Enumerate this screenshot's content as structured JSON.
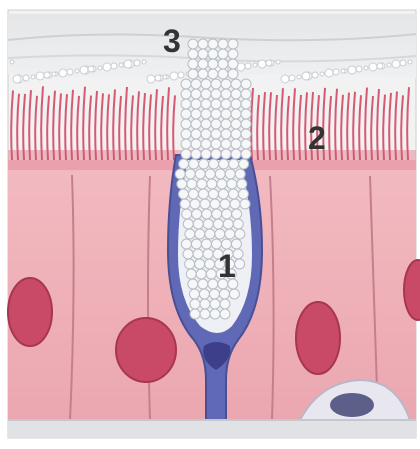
{
  "figure": {
    "labels": [
      {
        "id": "1",
        "text": "1"
      },
      {
        "id": "2",
        "text": "2"
      },
      {
        "id": "3",
        "text": "3"
      }
    ],
    "colors": {
      "mucus": "#dfe3e6",
      "epithelium": "#efaeb6",
      "cilia": "#d45a72",
      "goblet_cell": "#5f68b4",
      "nucleus": "#cc4a68",
      "basement": "#dfe1e6"
    }
  }
}
